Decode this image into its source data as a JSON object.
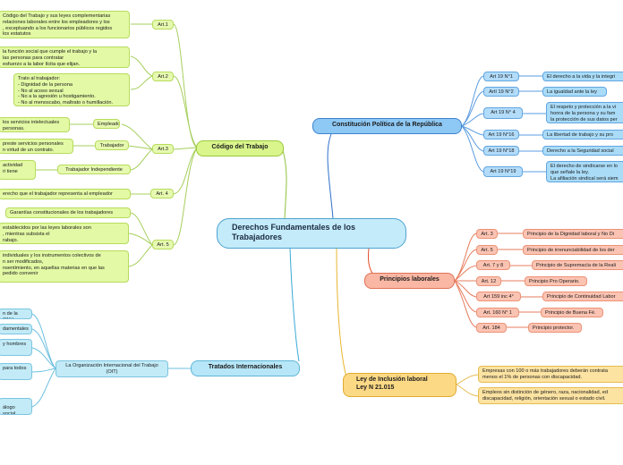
{
  "center": "Derechos Fundamentales de los Trabajadores",
  "codigo": {
    "title": "Código del Trabajo",
    "art1": "Art.1",
    "art1_text": "Código del Trabajo y sus leyes complementarias\nrelaciones laborales entre los empleadores y los\n, exceptuando a los funcionarios públicos regidos\nlos estatutos",
    "art2": "Art.2",
    "art2_text1": "la función social que cumple el trabajo y la\nlas personas para contratar\nesfuerzo a la labor lícita que elijan.",
    "art2_text2": "Trato al trabajador:\n- Dignidad de la persona\n- No al acoso sexual\n- No a la agresión u hostigamiento.\n- No al menoscabo, maltrato o humillación.",
    "art3": "Art.3",
    "empleador": "Empleador:",
    "empleador_text": "los servicios intelectuales\npersonas.",
    "trabajador": "Trabajador",
    "trabajador_text": "preste servicios personales\nn virtud de un contrato.",
    "independiente": "Trabajador Independiente",
    "independiente_text": "actividad\nri tiene",
    "art4": "Art. 4",
    "art4_text": "erecho que el trabajador representa al empleador",
    "art5": "Art. 5",
    "art5_text1": "Garantías constitucionales de los trabajadores",
    "art5_text2": "establecidos por las leyes laborales son\n, mientras subsista el\nrabajo.",
    "art5_text3": "individuales y los instrumentos colectivos de\nn ser modificados,\nnsentimiento, en aquellas materias en que las\npedido convenir"
  },
  "tratados": {
    "title": "Tratados Internacionales",
    "oit": "La Organización Internacional del Trabajo\n(OIT)",
    "item1": "n de la ONU",
    "item2": "damentales",
    "item3": " y hombres",
    "item4": " para todos",
    "item5": "álogo social"
  },
  "constitucion": {
    "title": "Constitución Política de la República",
    "items": [
      {
        "art": "Art 19 N°1",
        "text": "El derecho a la vida y la integri"
      },
      {
        "art": "Artí 19 N°2",
        "text": "La igualdad ante la ley"
      },
      {
        "art": "Art 19 N° 4",
        "text": "El respeto y protección a la vi\nhonra de la persona y su fam\nla protección de sus datos per"
      },
      {
        "art": "Art 19 N°16",
        "text": "La libertad de trabajo y su pro"
      },
      {
        "art": "Art 19 N°18",
        "text": "Derecho a la Seguridad social"
      },
      {
        "art": "Art 19 N°19",
        "text": "El derecho de sindicarse en lo\nque señale la ley.\nLa afiliación sindical será siem"
      }
    ]
  },
  "principios": {
    "title": "Principios laborales",
    "items": [
      {
        "art": "Art. 3",
        "text": "Principio de la Dignidad laboral y No Di"
      },
      {
        "art": "Art. 5",
        "text": "Principio de irrenunciabilidad de los der"
      },
      {
        "art": "Art. 7 y 8",
        "text": "Principio de Supremacía de la Reali"
      },
      {
        "art": "Art. 12",
        "text": "Principio Pro Operario."
      },
      {
        "art": "Art 159 inc 4°",
        "text": "Principio de Continuidad Labor"
      },
      {
        "art": "Art. 160 N° 1",
        "text": "Principio de Buena Fé."
      },
      {
        "art": "Art. 184",
        "text": "Principio protector."
      }
    ]
  },
  "ley": {
    "title": "Ley de Inclusión laboral\nLey N 21.015",
    "text1": "Empresas con 100 o más trabajadores deberán contrata\nmenos el 1% de personas con discapacidad.",
    "text2": "Empleos sin distinción de género, raza, nacionalidad, ed\ndiscapacidad, religión, orientación sexual o estado civil."
  },
  "colors": {
    "green": "#9cc83a",
    "blue": "#3d83cf",
    "red": "#e07358",
    "yellow": "#e0aa32",
    "sky": "#5fb6d8"
  }
}
